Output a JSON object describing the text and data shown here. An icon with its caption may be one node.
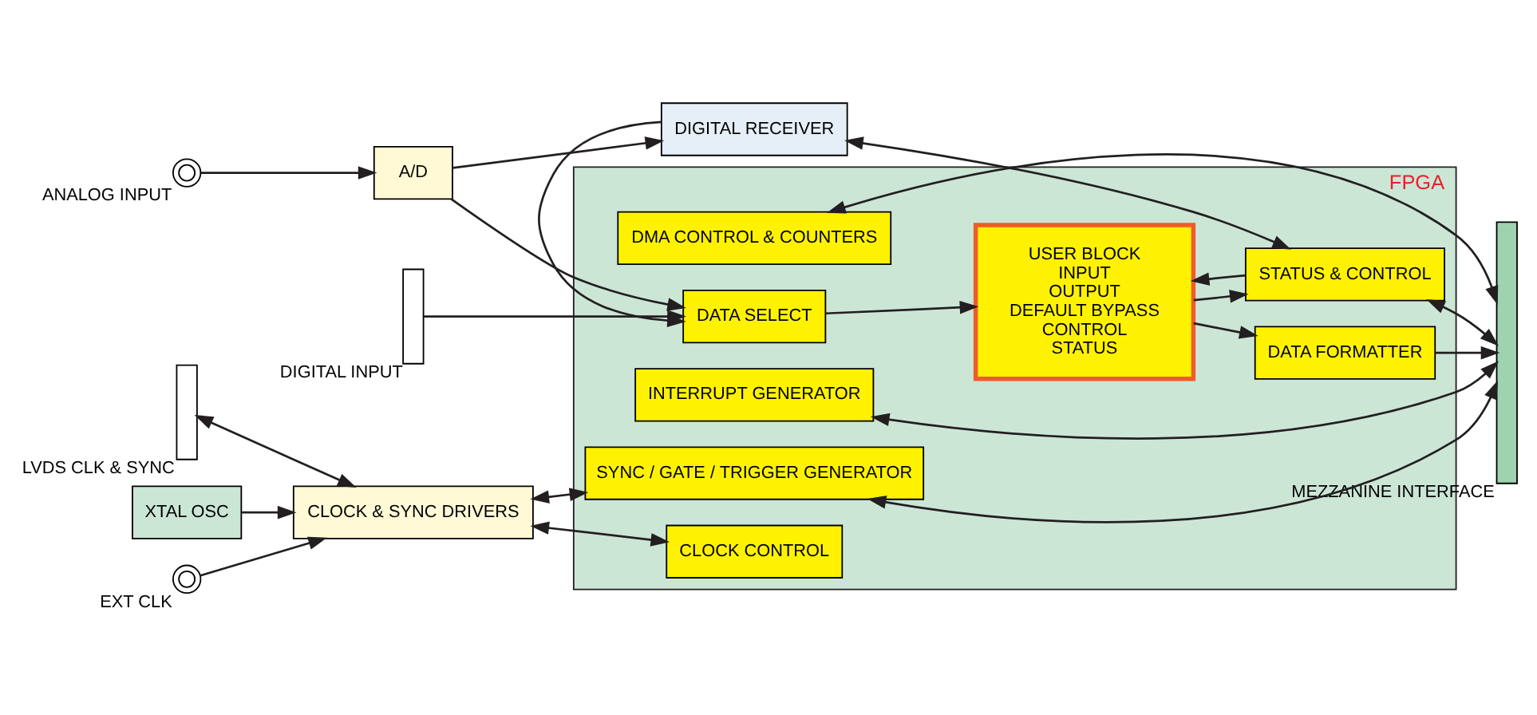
{
  "diagram": {
    "nodes": [
      {
        "text": [],
        "shape": "bar",
        "beside": [
          "DIGITAL INPUT"
        ]
      },
      {
        "text": [],
        "shape": "circle",
        "beside": [
          "ANALOG INPUT"
        ]
      },
      {
        "text": [
          "A/D"
        ]
      },
      {
        "text": [
          "DIGITAL RECEIVER"
        ]
      },
      {
        "text": [],
        "shape": "circle",
        "beside": [
          "EXT CLK"
        ]
      },
      {
        "text": [],
        "shape": "bar",
        "beside": [
          "LVDS CLK & SYNC"
        ]
      },
      {
        "text": [
          "XTAL OSC"
        ]
      },
      {
        "text": [
          "CLOCK & SYNC DRIVERS"
        ]
      },
      {
        "text": [
          "FPGA"
        ]
      },
      {
        "text": [
          "DATA SELECT"
        ],
        "in": 8
      },
      {
        "text": [
          "USER BLOCK",
          "INPUT",
          "OUTPUT",
          "DEFAULT BYPASS",
          "CONTROL",
          "STATUS"
        ],
        "in": 8
      },
      {
        "text": [
          "DATA FORMATTER"
        ],
        "in": 8
      },
      {
        "text": [
          "DMA CONTROL & COUNTERS"
        ],
        "in": 8
      },
      {
        "text": [
          "INTERRUPT GENERATOR"
        ],
        "in": 8
      },
      {
        "text": [
          "CLOCK CONTROL"
        ],
        "in": 8
      },
      {
        "text": [
          "STATUS & CONTROL"
        ],
        "in": 8
      },
      {
        "text": [
          "SYNC / GATE / TRIGGER GENERATOR"
        ],
        "in": 8
      },
      {
        "text": [],
        "shape": "bar",
        "beside": [
          "MEZZANINE INTERFACE"
        ]
      }
    ],
    "edges": [
      {
        "from": 0,
        "to": 9,
        "arrow": "to"
      },
      {
        "from": 1,
        "to": 2,
        "arrow": "to"
      },
      {
        "from": 2,
        "to": 9,
        "arrow": "to"
      },
      {
        "from": 2,
        "to": 3,
        "arrow": "to"
      },
      {
        "from": 3,
        "to": 9,
        "arrow": "to"
      },
      {
        "from": 15,
        "to": 3,
        "arrow": "both"
      },
      {
        "from": 9,
        "to": 10,
        "arrow": "to"
      },
      {
        "from": 10,
        "to": 11,
        "arrow": "to"
      },
      {
        "from": 11,
        "to": 17,
        "arrow": "to"
      },
      {
        "from": 12,
        "to": 17,
        "arrow": "both"
      },
      {
        "from": 13,
        "to": 17,
        "arrow": "both"
      },
      {
        "from": 15,
        "to": 10,
        "arrow": "to"
      },
      {
        "from": 10,
        "to": 15,
        "arrow": "to"
      },
      {
        "from": 15,
        "to": 17,
        "arrow": "both"
      },
      {
        "from": 16,
        "to": 17,
        "arrow": "both"
      },
      {
        "from": 4,
        "to": 7,
        "arrow": "to"
      },
      {
        "from": 5,
        "to": 7,
        "arrow": "both"
      },
      {
        "from": 6,
        "to": 7,
        "arrow": "to"
      },
      {
        "from": 7,
        "to": 14,
        "arrow": "both"
      },
      {
        "from": 7,
        "to": 16,
        "arrow": "both"
      }
    ]
  }
}
